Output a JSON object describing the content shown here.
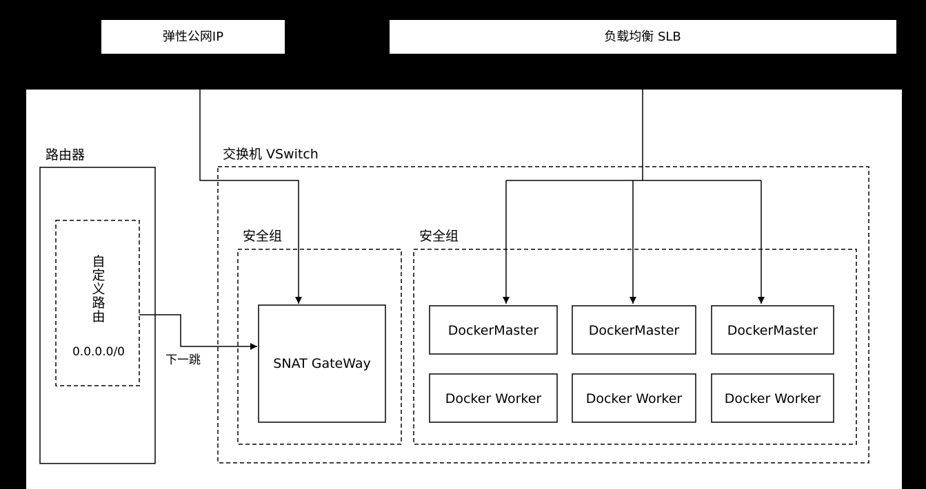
{
  "diagram": {
    "top_eip": "弹性公网IP",
    "top_slb": "负载均衡 SLB",
    "router_title": "路由器",
    "custom_route_chars": [
      "自",
      "定",
      "义",
      "路",
      "由"
    ],
    "custom_route_cidr": "0.0.0.0/0",
    "next_hop": "下一跳",
    "vswitch_title": "交换机 VSwitch",
    "sg_left_title": "安全组",
    "sg_right_title": "安全组",
    "snat": "SNAT GateWay",
    "masters": [
      "DockerMaster",
      "DockerMaster",
      "DockerMaster"
    ],
    "workers": [
      "Docker Worker",
      "Docker Worker",
      "Docker Worker"
    ]
  },
  "colors": {
    "background": "#000000",
    "panel": "#ffffff",
    "stroke": "#000000"
  }
}
